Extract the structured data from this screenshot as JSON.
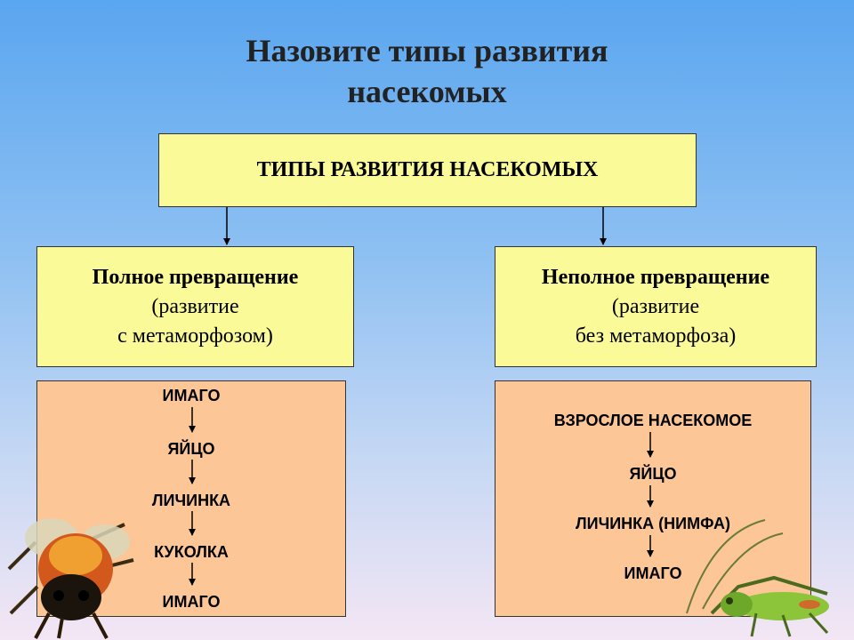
{
  "title": {
    "line1": "Назовите типы развития",
    "line2": "насекомых"
  },
  "root": {
    "label": "ТИПЫ РАЗВИТИЯ НАСЕКОМЫХ"
  },
  "complete": {
    "heading": "Полное превращение",
    "line2": "(развитие",
    "line3": "с метаморфозом)",
    "stages": [
      "ИМАГО",
      "ЯЙЦО",
      "ЛИЧИНКА",
      "КУКОЛКА",
      "ИМАГО"
    ]
  },
  "incomplete": {
    "heading": "Неполное превращение",
    "line2": "(развитие",
    "line3": "без метаморфоза)",
    "stages": [
      "ВЗРОСЛОЕ НАСЕКОМОЕ",
      "ЯЙЦО",
      "ЛИЧИНКА (НИМФА)",
      "ИМАГО"
    ]
  },
  "colors": {
    "yellow_box": "#fafa98",
    "orange_box": "#fcc697",
    "arrow": "#000000"
  },
  "images": {
    "bumblebee": "bumblebee-picture",
    "grasshopper": "grasshopper-picture"
  }
}
